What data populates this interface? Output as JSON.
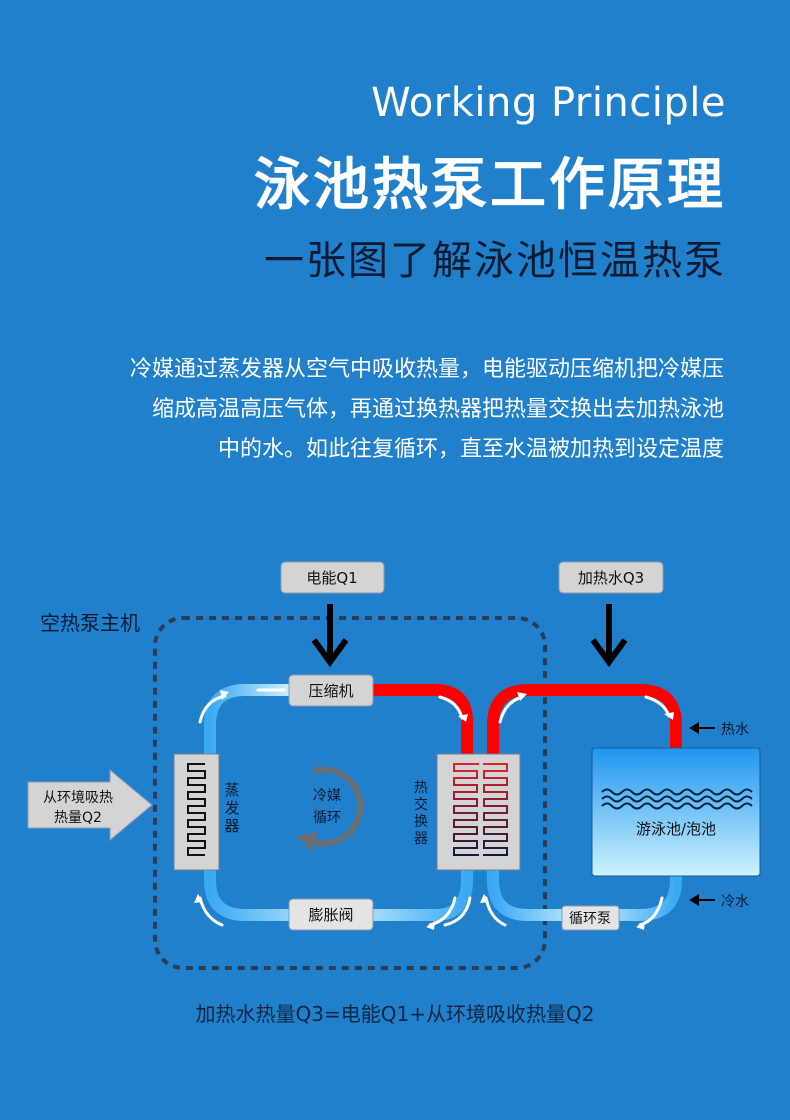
{
  "header": {
    "title_en": "Working Principle",
    "title_cn": "泳池热泵工作原理",
    "subtitle": "一张图了解泳池恒温热泵"
  },
  "description": {
    "lines": [
      "冷媒通过蒸发器从空气中吸收热量，电能驱动压缩机把冷媒压",
      "缩成高温高压气体，再通过换热器把热量交换出去加热泳池",
      "中的水。如此往复循环，直至水温被加热到设定温度"
    ]
  },
  "diagram": {
    "host_label": "空热泵主机",
    "input_energy": "电能Q1",
    "output_heat": "加热水Q3",
    "ambient_heat": {
      "line1": "从环境吸热",
      "line2": "热量Q2"
    },
    "compressor": "压缩机",
    "expansion_valve": "膨胀阀",
    "evaporator": [
      "蒸",
      "发",
      "器"
    ],
    "heat_exchanger": [
      "热",
      "交",
      "换",
      "器"
    ],
    "refrigerant_cycle": {
      "line1": "冷媒",
      "line2": "循环"
    },
    "pool": "游泳池/泡池",
    "circulation_pump": "循环泵",
    "hot_water": "热水",
    "cold_water": "冷水",
    "colors": {
      "background": "#2180cc",
      "hot_pipe": "#ff0000",
      "cold_pipe": "#4fb8f5",
      "box_fill": "#d4d4d4",
      "dark_text": "#0b1b33"
    }
  },
  "formula": "加热水热量Q3=电能Q1+从环境吸收热量Q2"
}
